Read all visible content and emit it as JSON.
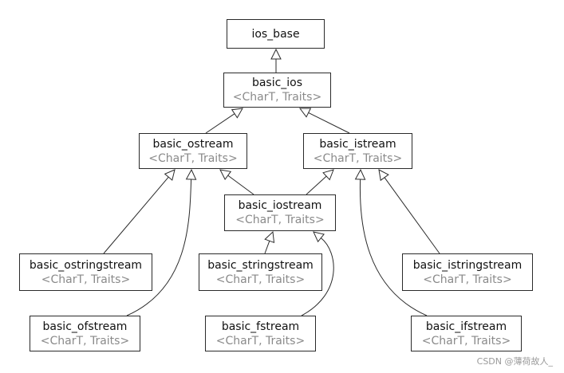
{
  "nodes": {
    "ios_base": {
      "name": "ios_base",
      "params": ""
    },
    "basic_ios": {
      "name": "basic_ios",
      "params": "<CharT, Traits>"
    },
    "basic_ostream": {
      "name": "basic_ostream",
      "params": "<CharT, Traits>"
    },
    "basic_istream": {
      "name": "basic_istream",
      "params": "<CharT, Traits>"
    },
    "basic_iostream": {
      "name": "basic_iostream",
      "params": "<CharT, Traits>"
    },
    "basic_ostringstream": {
      "name": "basic_ostringstream",
      "params": "<CharT, Traits>"
    },
    "basic_stringstream": {
      "name": "basic_stringstream",
      "params": "<CharT, Traits>"
    },
    "basic_istringstream": {
      "name": "basic_istringstream",
      "params": "<CharT, Traits>"
    },
    "basic_ofstream": {
      "name": "basic_ofstream",
      "params": "<CharT, Traits>"
    },
    "basic_fstream": {
      "name": "basic_fstream",
      "params": "<CharT, Traits>"
    },
    "basic_ifstream": {
      "name": "basic_ifstream",
      "params": "<CharT, Traits>"
    }
  },
  "edges": [
    {
      "from": "basic_ios",
      "to": "ios_base"
    },
    {
      "from": "basic_ostream",
      "to": "basic_ios"
    },
    {
      "from": "basic_istream",
      "to": "basic_ios"
    },
    {
      "from": "basic_iostream",
      "to": "basic_ostream"
    },
    {
      "from": "basic_iostream",
      "to": "basic_istream"
    },
    {
      "from": "basic_ostringstream",
      "to": "basic_ostream"
    },
    {
      "from": "basic_ofstream",
      "to": "basic_ostream"
    },
    {
      "from": "basic_stringstream",
      "to": "basic_iostream"
    },
    {
      "from": "basic_fstream",
      "to": "basic_iostream"
    },
    {
      "from": "basic_istringstream",
      "to": "basic_istream"
    },
    {
      "from": "basic_ifstream",
      "to": "basic_istream"
    }
  ],
  "colors": {
    "line": "#2a2a2a",
    "params_text": "#8a8a8a",
    "name_text": "#111111"
  },
  "watermark": "CSDN @薄荷故人_"
}
